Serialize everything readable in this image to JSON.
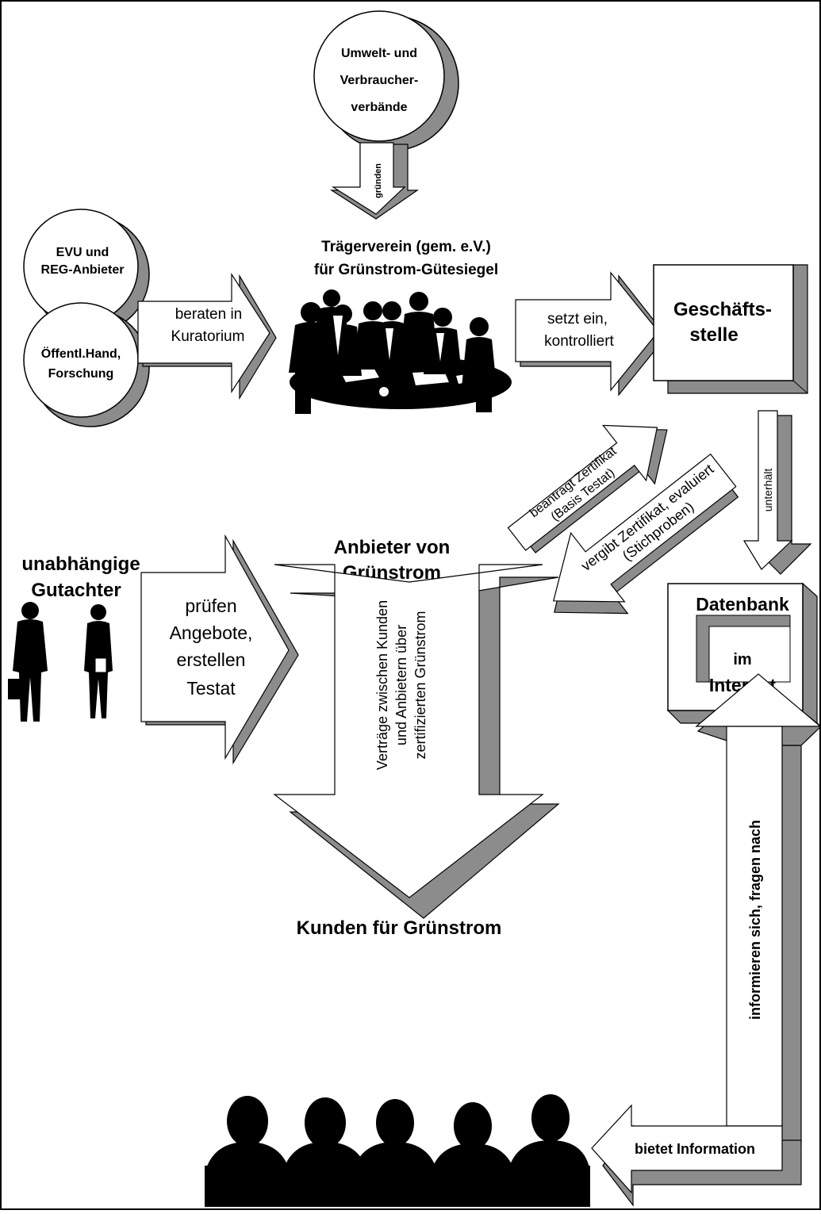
{
  "nodes": {
    "verbaende": [
      "Umwelt- und",
      "Verbraucher-",
      "verbände"
    ],
    "evu": [
      "EVU und",
      "REG-Anbieter"
    ],
    "oeffentlich": [
      "Öffentl.Hand,",
      "Forschung"
    ],
    "traegerverein": [
      "Trägerverein (gem. e.V.)",
      "für Grünstrom-Gütesiegel"
    ],
    "geschaeftsstelle": [
      "Geschäfts-",
      "stelle"
    ],
    "gutachter": [
      "unabhängige",
      "Gutachter"
    ],
    "anbieter": [
      "Anbieter von",
      "Grünstrom"
    ],
    "datenbank": [
      "Datenbank",
      "im",
      "Internet"
    ],
    "kunden": "Kunden für Grünstrom"
  },
  "arrows": {
    "gruenden": "gründen",
    "beraten": [
      "beraten in",
      "Kuratorium"
    ],
    "setzt": [
      "setzt ein,",
      "kontrolliert"
    ],
    "unterhaelt": "unterhält",
    "beantragt": [
      "beantragt Zertifikat",
      "(Basis Testat)"
    ],
    "vergibt": [
      "vergibt Zertifikat, evaluiert",
      "(Stichproben)"
    ],
    "pruefen": [
      "prüfen",
      "Angebote,",
      "erstellen",
      "Testat"
    ],
    "vertraege": [
      "Verträge zwischen Kunden",
      "und Anbietern über",
      "zertifizierten Grünstrom"
    ],
    "informieren": "informieren sich, fragen nach",
    "bietet": "bietet Information"
  },
  "colors": {
    "shadow": "#8c8c8c",
    "outline": "#000000",
    "fill": "#ffffff",
    "figure": "#000000",
    "suit": "#3a8a1a",
    "shirt": "#e2b48a",
    "trousers": "#1a3a9a",
    "hair": "#8a2a1a"
  }
}
